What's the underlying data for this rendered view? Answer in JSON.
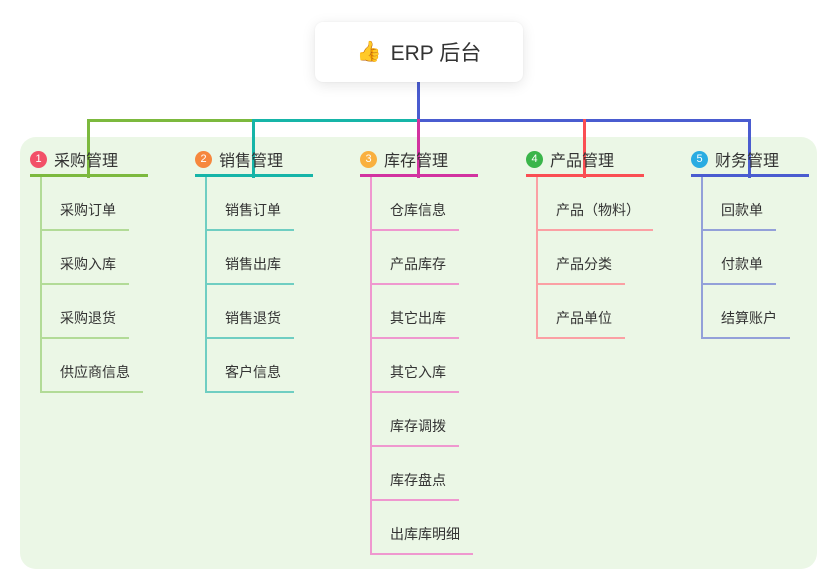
{
  "root": {
    "icon": "👍",
    "label": "ERP 后台"
  },
  "branches": [
    {
      "number": "1",
      "label": "采购管理",
      "badge_color": "#f25068",
      "line_color": "#7cb93e",
      "child_line_color": "#b2db97",
      "children": [
        "采购订单",
        "采购入库",
        "采购退货",
        "供应商信息"
      ]
    },
    {
      "number": "2",
      "label": "销售管理",
      "badge_color": "#f6873d",
      "line_color": "#16b5a8",
      "child_line_color": "#6fcec2",
      "children": [
        "销售订单",
        "销售出库",
        "销售退货",
        "客户信息"
      ]
    },
    {
      "number": "3",
      "label": "库存管理",
      "badge_color": "#f9b03f",
      "line_color": "#d233a0",
      "child_line_color": "#ef98cf",
      "children": [
        "仓库信息",
        "产品库存",
        "其它出库",
        "其它入库",
        "库存调拨",
        "库存盘点",
        "出库库明细"
      ]
    },
    {
      "number": "4",
      "label": "产品管理",
      "badge_color": "#3ab54a",
      "line_color": "#fa4e53",
      "child_line_color": "#fba0a4",
      "children": [
        "产品（物料）",
        "产品分类",
        "产品单位"
      ]
    },
    {
      "number": "5",
      "label": "财务管理",
      "badge_color": "#29ace2",
      "line_color": "#4a5cd0",
      "child_line_color": "#93a0d9",
      "children": [
        "回款单",
        "付款单",
        "结算账户"
      ]
    }
  ],
  "colors": {
    "panel_bg": "#ebf7e6",
    "root_connector": "#4a5cd0",
    "text": "#333333"
  },
  "layout_labels": {
    "canvas": "ERP mind map"
  }
}
